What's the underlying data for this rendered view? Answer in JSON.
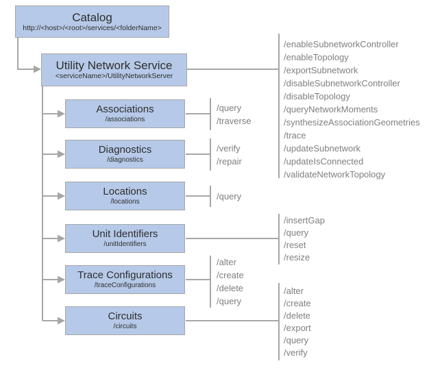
{
  "colors": {
    "box_fill": "#b6c9e8",
    "box_border": "#a6a6a6",
    "connector": "#a6a6a6",
    "title_text": "#2e2e2e",
    "operation_text": "#7f7f7f"
  },
  "catalog": {
    "title": "Catalog",
    "subtitle": "http://<host>/<root>/services/<folderName>"
  },
  "service": {
    "title": "Utility Network Service",
    "subtitle": "<serviceName>/UtilityNetworkServer",
    "operations": [
      "/enableSubnetworkController",
      "/enableTopology",
      "/exportSubnetwork",
      "/disableSubnetworkController",
      "/disableTopology",
      "/queryNetworkMoments",
      "/synthesizeAssociationGeometries",
      "/trace",
      "/updateSubnetwork",
      "/updateIsConnected",
      "/validateNetworkTopology"
    ]
  },
  "resources": [
    {
      "title": "Associations",
      "subtitle": "/associations",
      "operations": [
        "/query",
        "/traverse"
      ]
    },
    {
      "title": "Diagnostics",
      "subtitle": "/diagnostics",
      "operations": [
        "/verify",
        "/repair"
      ]
    },
    {
      "title": "Locations",
      "subtitle": "/locations",
      "operations": [
        "/query"
      ]
    },
    {
      "title": "Unit Identifiers",
      "subtitle": "/unitIdentifiers",
      "operations": [
        "/insertGap",
        "/query",
        "/reset",
        "/resize"
      ]
    },
    {
      "title": "Trace Configurations",
      "subtitle": "/traceConfigurations",
      "operations": [
        "/alter",
        "/create",
        "/delete",
        "/query"
      ]
    },
    {
      "title": "Circuits",
      "subtitle": "/circuits",
      "operations": [
        "/alter",
        "/create",
        "/delete",
        "/export",
        "/query",
        "/verify"
      ]
    }
  ]
}
